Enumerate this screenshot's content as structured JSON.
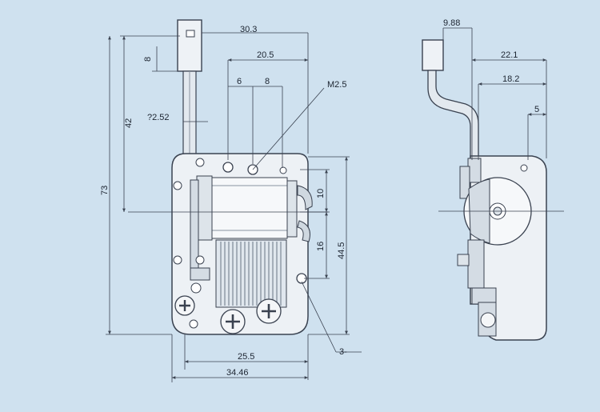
{
  "palette": {
    "background": "#cfe1ef",
    "line": "#3a4250",
    "thin": "#6f7a88",
    "metal": "#e9eef3",
    "shadow": "#9aa6b3"
  },
  "front_view": {
    "dims": {
      "overall_width_top": "30.3",
      "holes_span": "20.5",
      "hole_a": "6",
      "hole_b": "8",
      "screw": "M2.5",
      "shaft_dia": "?2.52",
      "crank_height": "8",
      "shaft_to_center": "42",
      "overall_height": "73",
      "right_upper": "10",
      "right_mid": "16",
      "right_total": "44.5",
      "bottom_inner": "25.5",
      "bottom_overall": "34.46",
      "corner_note": "3-"
    }
  },
  "side_view": {
    "dims": {
      "top_offset": "9.88",
      "depth_total": "22.1",
      "depth_mid": "18.2",
      "flange": "5"
    }
  }
}
